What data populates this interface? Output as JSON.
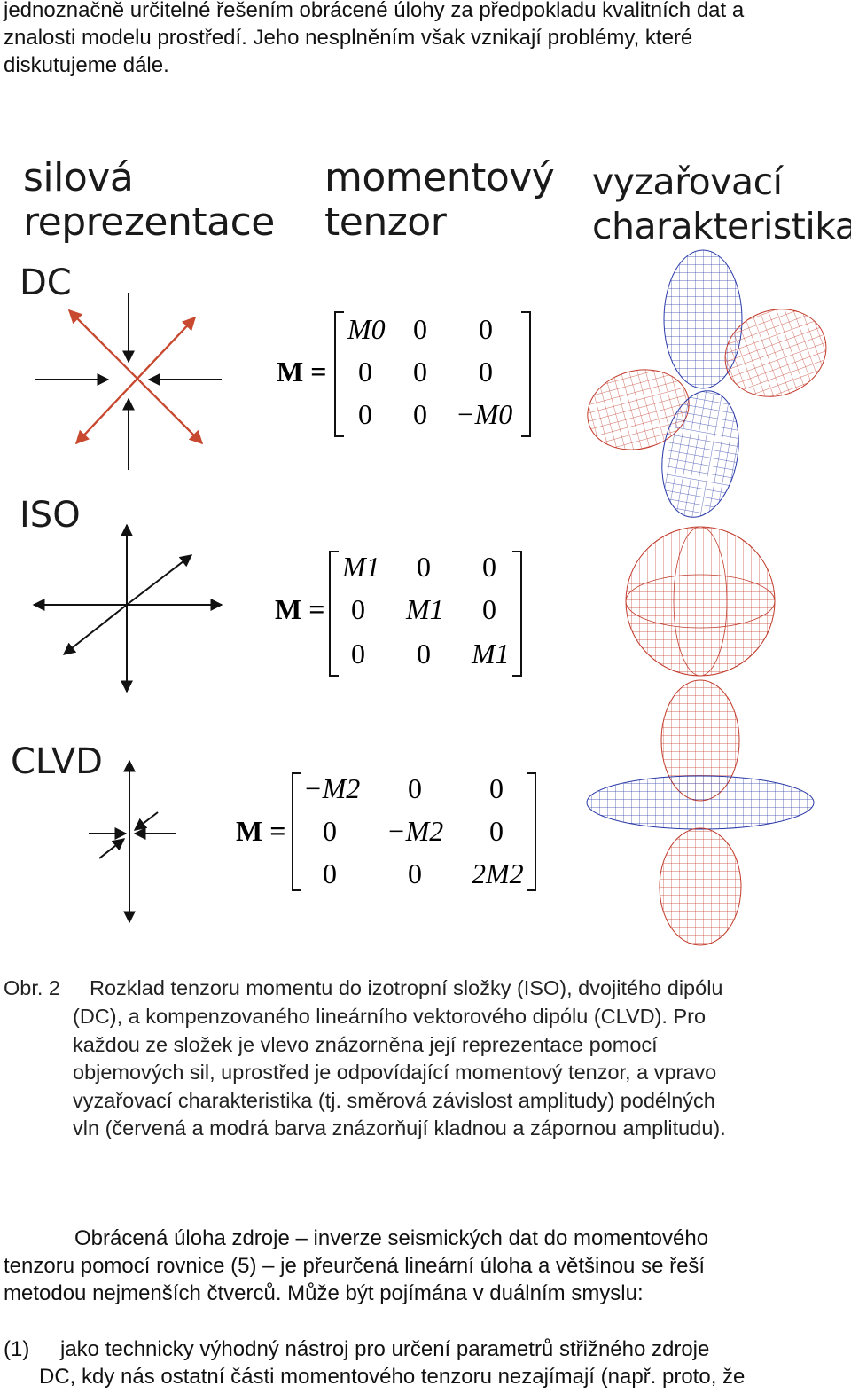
{
  "intro": {
    "lines": [
      "jednoznačně určitelné řešením obrácené úlohy za předpokladu kvalitních dat a",
      "znalosti modelu prostředí. Jeho nesplněním však vznikají problémy, které",
      "diskutujeme dále."
    ]
  },
  "figure": {
    "columns": {
      "force": [
        "silová",
        "reprezentace"
      ],
      "tensor": [
        "momentový",
        "tenzor"
      ],
      "radiation": [
        "vyzařovací",
        "charakteristika"
      ]
    },
    "rows": [
      {
        "label": "DC",
        "matrix_prefix": "M =",
        "matrix": [
          [
            "M0",
            "0",
            "0"
          ],
          [
            "0",
            "0",
            "0"
          ],
          [
            "0",
            "0",
            "−M0"
          ]
        ]
      },
      {
        "label": "ISO",
        "matrix_prefix": "M =",
        "matrix": [
          [
            "M1",
            "0",
            "0"
          ],
          [
            "0",
            "M1",
            "0"
          ],
          [
            "0",
            "0",
            "M1"
          ]
        ]
      },
      {
        "label": "CLVD",
        "matrix_prefix": "M =",
        "matrix": [
          [
            "−M2",
            "0",
            "0"
          ],
          [
            "0",
            "−M2",
            "0"
          ],
          [
            "0",
            "0",
            "2M2"
          ]
        ]
      }
    ],
    "colors": {
      "positive": "#c23a2a",
      "negative": "#2a3aa8",
      "arrow": "#111111",
      "red_arrow": "#c8492f"
    }
  },
  "caption": {
    "number": "Obr. 2",
    "lines": [
      "Rozklad tenzoru momentu do izotropní složky (ISO), dvojitého dipólu",
      "(DC), a kompenzovaného lineárního vektorového dipólu (CLVD). Pro",
      "každou ze složek je vlevo znázorněna její reprezentace pomocí",
      "objemových sil, uprostřed je odpovídající momentový tenzor, a vpravo",
      "vyzařovací charakteristika (tj. směrová závislost amplitudy) podélných",
      "vln (červená a modrá barva znázorňují kladnou a zápornou amplitudu)."
    ]
  },
  "paragraph": {
    "lines": [
      "Obrácená úloha zdroje – inverze seismických dat do momentového",
      "tenzoru pomocí rovnice (5) – je přeurčená lineární úloha a většinou se řeší",
      "metodou nejmenších čtverců. Může být pojímána v duálním smyslu:"
    ]
  },
  "list": {
    "item1_marker": "(1)",
    "item1_lines": [
      "jako technicky výhodný nástroj pro určení parametrů střižného zdroje",
      "DC, kdy nás ostatní části momentového tenzoru nezajímají (např. proto, že"
    ]
  }
}
